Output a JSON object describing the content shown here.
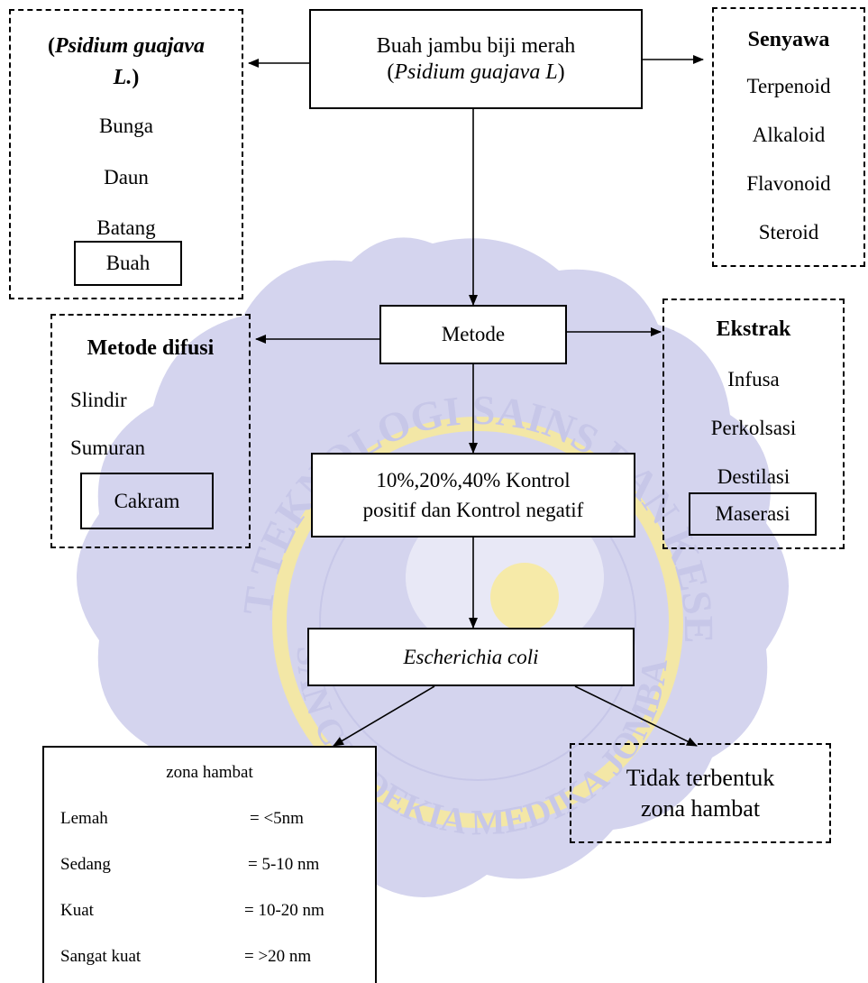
{
  "top": {
    "name": "Buah jambu biji merah",
    "latin": "Psidium guajava L",
    "paren_open": "(",
    "paren_close": ")"
  },
  "plant": {
    "title_open": "(",
    "title_latin": "Psidium guajava",
    "title_latin_2": "L.",
    "title_close": ")",
    "items": [
      "Bunga",
      "Daun",
      "Batang"
    ],
    "selected": "Buah"
  },
  "senyawa": {
    "title": "Senyawa",
    "items": [
      "Terpenoid",
      "Alkaloid",
      "Flavonoid",
      "Steroid"
    ]
  },
  "metode": {
    "label": "Metode"
  },
  "difusi": {
    "title": "Metode difusi",
    "items": [
      "Slindir",
      "Sumuran"
    ],
    "selected": "Cakram"
  },
  "ekstrak": {
    "title": "Ekstrak",
    "items": [
      "Infusa",
      "Perkolsasi",
      "Destilasi"
    ],
    "selected": "Maserasi"
  },
  "konsentrasi": {
    "line1": "10%,20%,40% Kontrol",
    "line2": "positif dan Kontrol negatif"
  },
  "bakteri": {
    "label": "Escherichia coli"
  },
  "zona": {
    "title": "zona hambat",
    "rows": [
      {
        "label": "Lemah",
        "value": "= <5nm"
      },
      {
        "label": "Sedang",
        "value": "= 5-10 nm"
      },
      {
        "label": "Kuat",
        "value": "= 10-20 nm"
      },
      {
        "label": "Sangat kuat",
        "value": "= >20 nm"
      }
    ]
  },
  "tidak": {
    "line1": "Tidak terbentuk",
    "line2": "zona hambat"
  },
  "watermark": {
    "arc_top": "INSTITUT TEKNOLOGI SAINS DAN KESEHATAN",
    "arc_bottom": "INSAN CENDEKIA MEDIKA JOMBANG",
    "color_fill": "#d4d4ee",
    "color_ring": "#f3e7a6"
  }
}
